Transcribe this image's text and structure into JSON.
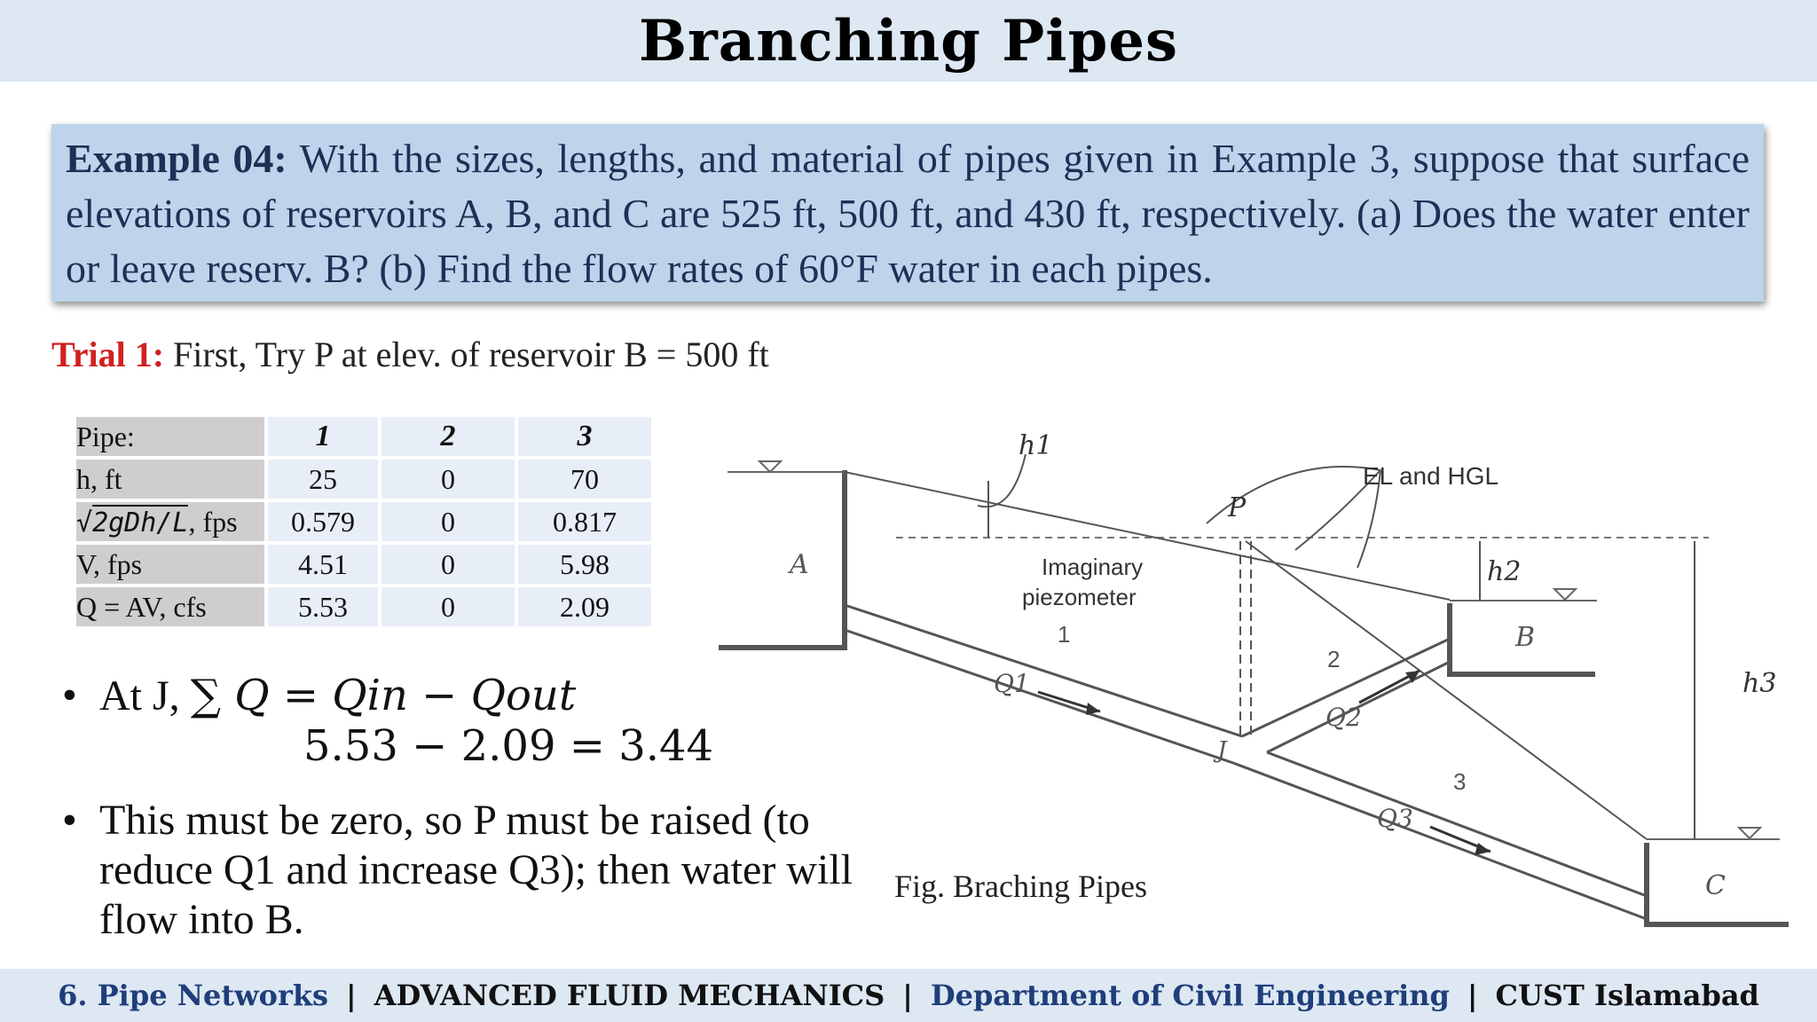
{
  "title": "Branching Pipes",
  "example": {
    "lead": "Example 04:",
    "text": " With the sizes, lengths, and material of pipes given in Example 3, suppose that surface elevations of reservoirs A, B, and C are 525 ft, 500 ft, and 430 ft, respectively. (a) Does the water enter or leave reserv. B? (b) Find the flow rates of 60°F water in each pipes."
  },
  "trial": {
    "label": "Trial 1:",
    "text": " First, Try P at elev. of reservoir B = 500 ft"
  },
  "table": {
    "header": [
      "Pipe:",
      "1",
      "2",
      "3"
    ],
    "rows": [
      {
        "label": "h, ft",
        "values": [
          "25",
          "0",
          "70"
        ]
      },
      {
        "label_sqrt": "2gDh/L",
        "label_unit": ", fps",
        "values": [
          "0.579",
          "0",
          "0.817"
        ]
      },
      {
        "label": "V, fps",
        "values": [
          "4.51",
          "0",
          "5.98"
        ]
      },
      {
        "label": "Q = AV, cfs",
        "values": [
          "5.53",
          "0",
          "2.09"
        ]
      }
    ]
  },
  "bullets": {
    "b1_prefix": "At J, ",
    "b1_eq": "∑ Q = Qin − Qout",
    "b1_calc": "5.53 − 2.09 = 3.44",
    "b2": "This must be zero, so P must be raised (to reduce Q1 and increase Q3); then water will flow into B."
  },
  "diagram": {
    "labels": {
      "h1": "h1",
      "h2": "h2",
      "h3": "h3",
      "el_hgl": "EL and HGL",
      "p": "P",
      "imag1": "Imaginary",
      "imag2": "piezometer",
      "A": "A",
      "B": "B",
      "C": "C",
      "J": "J",
      "pipe1": "1",
      "pipe2": "2",
      "pipe3": "3",
      "q1": "Q1",
      "q2": "Q2",
      "q3": "Q3"
    },
    "caption": "Fig. Braching Pipes"
  },
  "footer": {
    "course_num": "6. Pipe Networks",
    "course": "ADVANCED FLUID MECHANICS",
    "dept": "Department of Civil Engineering",
    "inst": "CUST Islamabad"
  }
}
